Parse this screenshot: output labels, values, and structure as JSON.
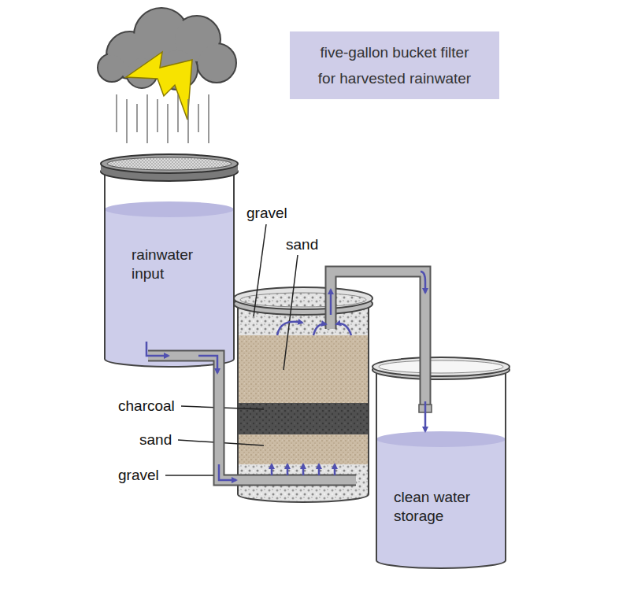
{
  "diagram": {
    "title": "five-gallon bucket filter for harvested rainwater",
    "nodes": [
      {
        "text": [
          "rainwater input"
        ]
      },
      {
        "text": [
          "clean water storage"
        ]
      }
    ],
    "labels": [
      "gravel",
      "sand",
      "charcoal",
      "sand",
      "gravel"
    ]
  }
}
